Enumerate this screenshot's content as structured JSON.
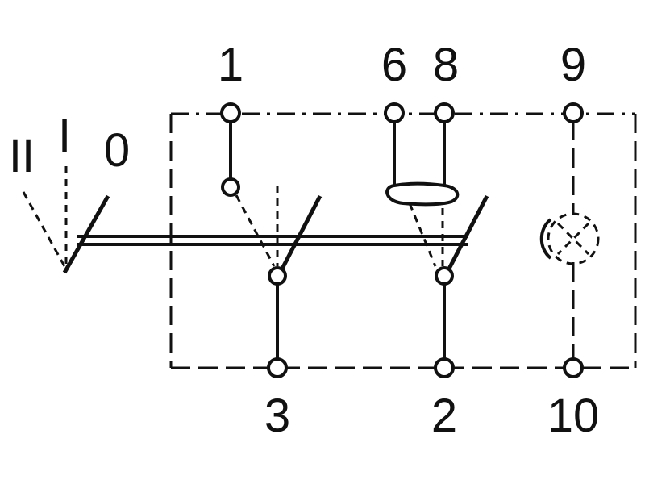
{
  "terminals": {
    "t1": "1",
    "t6": "6",
    "t8": "8",
    "t9": "9",
    "t3": "3",
    "t2": "2",
    "t10": "10"
  },
  "positions": {
    "off": "0",
    "first": "I",
    "second": "II"
  }
}
